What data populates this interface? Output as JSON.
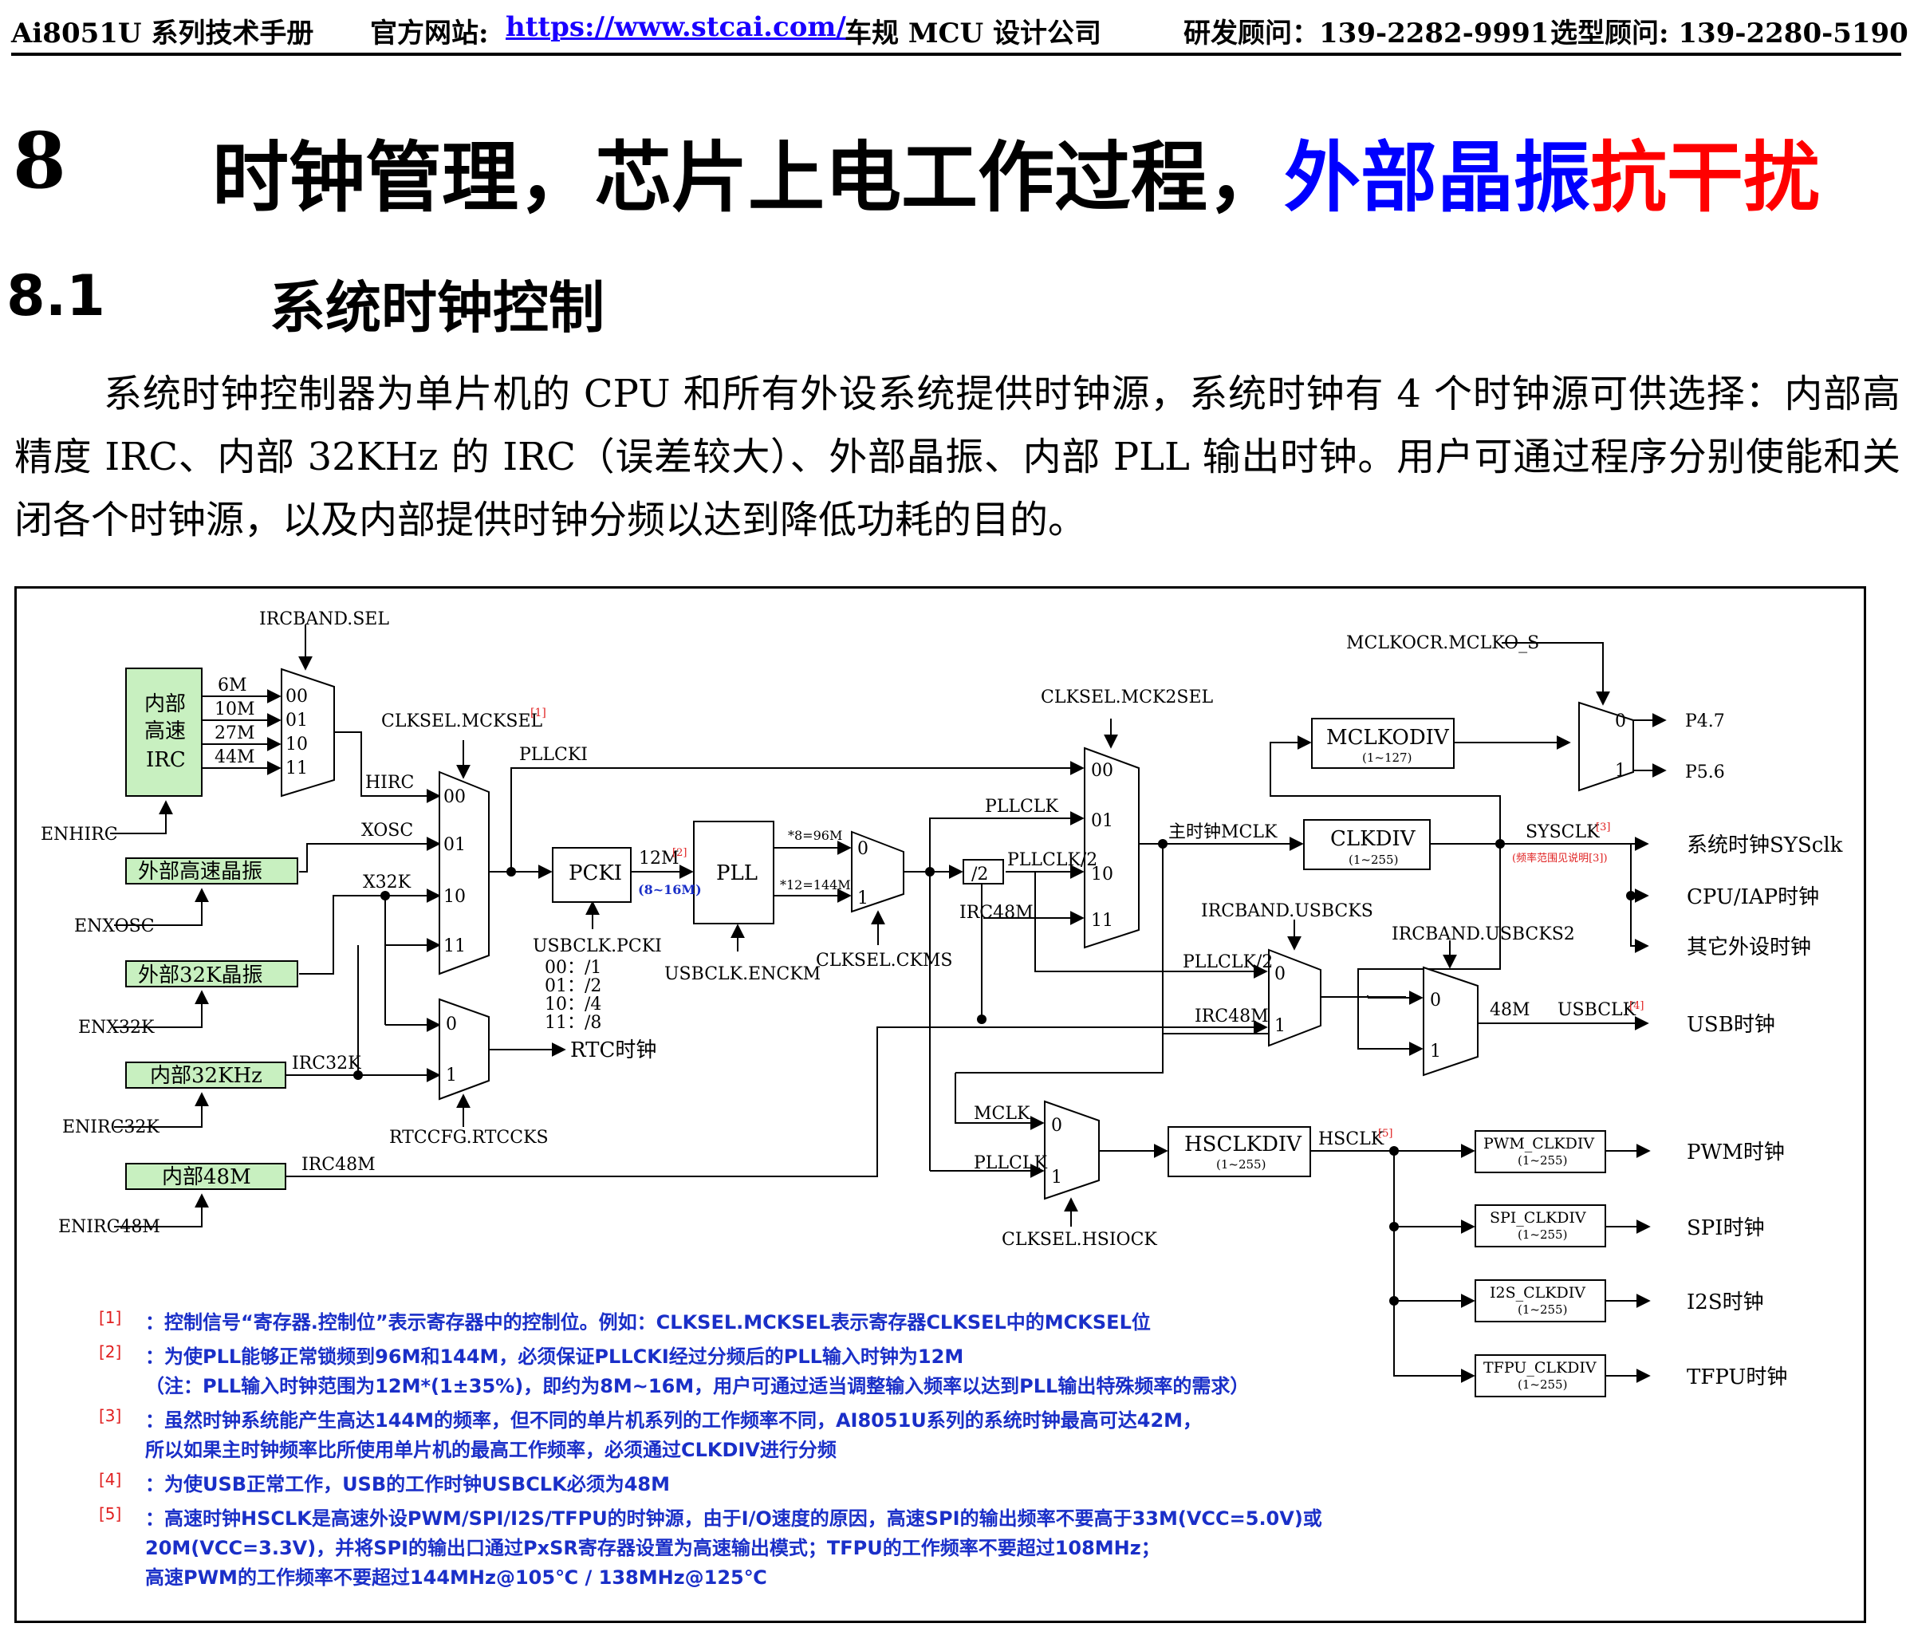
{
  "header": {
    "manual": "Ai8051U 系列技术手册",
    "site_label": "官方网站:",
    "site_url": "https://www.stcai.com/",
    "company": "车规 MCU 设计公司",
    "rd": "研发顾问：139-2282-9991",
    "sel": "选型顾问: 139-2280-5190"
  },
  "chapter": {
    "number": "8",
    "title_black": "时钟管理，芯片上电工作过程，",
    "title_blue": "外部晶振",
    "title_red": "抗干扰"
  },
  "section": {
    "number": "8.1",
    "title": "系统时钟控制"
  },
  "paragraph": "系统时钟控制器为单片机的 CPU 和所有外设系统提供时钟源，系统时钟有 4 个时钟源可供选择：内部高精度 IRC、内部 32KHz 的 IRC（误差较大）、外部晶振、内部 PLL 输出时钟。用户可通过程序分别使能和关闭各个时钟源，以及内部提供时钟分频以达到降低功耗的目的。",
  "diagram": {
    "sources": {
      "irc_hi_1": "内部",
      "irc_hi_2": "高速",
      "irc_hi_3": "IRC",
      "xosc": "外部高速晶振",
      "x32k": "外部32K晶振",
      "irc32k": "内部32KHz",
      "irc48m": "内部48M"
    },
    "enables": {
      "enhirc": "ENHIRC",
      "enxosc": "ENXOSC",
      "enx32k": "ENX32K",
      "enirc32k": "ENIRC32K",
      "enirc48m": "ENIRC48M"
    },
    "ircband": {
      "sel": "IRCBAND.SEL",
      "freqs": [
        "6M",
        "10M",
        "27M",
        "44M"
      ],
      "codes": [
        "00",
        "01",
        "10",
        "11"
      ]
    },
    "mcksel": {
      "label": "CLKSEL.MCKSEL",
      "ref": "[1]",
      "codes": [
        "00",
        "01",
        "10",
        "11"
      ]
    },
    "signals": {
      "hirc": "HIRC",
      "xosc": "XOSC",
      "x32k": "X32K",
      "irc32k": "IRC32K",
      "irc48m": "IRC48M",
      "pllcki": "PLLCKI",
      "pllclk": "PLLCLK",
      "pllclk2": "PLLCLK/2",
      "mclk": "MCLK",
      "main_mclk": "主时钟MCLK",
      "sysclk": "SYSCLK",
      "sysclk_ref": "[3]",
      "sysclk_note": "(频率范围见说明[3])",
      "hsclk": "HSCLK",
      "hsclk_ref": "[5]",
      "usbclk": "USBCLK",
      "usbclk_ref": "[4]",
      "m48": "48M",
      "m12": "12M",
      "m12_ref": "[2]",
      "m12_range": "(8~16M)",
      "x8": "*8=96M",
      "x12": "*12=144M",
      "div2": "/2"
    },
    "blocks": {
      "pcki": "PCKI",
      "pll": "PLL",
      "mclkodiv": "MCLKODIV",
      "mclkodiv_range": "(1~127)",
      "clkdiv": "CLKDIV",
      "clkdiv_range": "(1~255)",
      "hsclkdiv": "HSCLKDIV",
      "hsclkdiv_range": "(1~255)",
      "pwm": "PWM_CLKDIV",
      "spi": "SPI_CLKDIV",
      "i2s": "I2S_CLKDIV",
      "tfpu": "TFPU_CLKDIV",
      "range": "(1~255)"
    },
    "controls": {
      "usbclk_pcki": "USBCLK.PCKI",
      "pcki_divs": [
        "00：/1",
        "01：/2",
        "10：/4",
        "11：/8"
      ],
      "usbclk_enckm": "USBCLK.ENCKM",
      "clksel_ckms": "CLKSEL.CKMS",
      "rtccfg": "RTCCFG.RTCCKS",
      "mck2sel": "CLKSEL.MCK2SEL",
      "mclkocr": "MCLKOCR.MCLKO_S",
      "usbcks": "IRCBAND.USBCKS",
      "usbcks2": "IRCBAND.USBCKS2",
      "hsiock": "CLKSEL.HSIOCK"
    },
    "outputs": {
      "p47": "P4.7",
      "p56": "P5.6",
      "sys": "系统时钟SYSclk",
      "cpu": "CPU/IAP时钟",
      "other": "其它外设时钟",
      "usb": "USB时钟",
      "rtc": "RTC时钟",
      "pwm": "PWM时钟",
      "spi": "SPI时钟",
      "i2s": "I2S时钟",
      "tfpu": "TFPU时钟"
    },
    "mux_inputs": {
      "zero": "0",
      "one": "1"
    }
  },
  "notes": [
    {
      "mark": "[1]",
      "lines": [
        "：控制信号“寄存器.控制位”表示寄存器中的控制位。例如：CLKSEL.MCKSEL表示寄存器CLKSEL中的MCKSEL位"
      ]
    },
    {
      "mark": "[2]",
      "lines": [
        "：为使PLL能够正常锁频到96M和144M，必须保证PLLCKI经过分频后的PLL输入时钟为12M",
        "（注：PLL输入时钟范围为12M*(1±35%)，即约为8M~16M，用户可通过适当调整输入频率以达到PLL输出特殊频率的需求）"
      ]
    },
    {
      "mark": "[3]",
      "lines": [
        "：虽然时钟系统能产生高达144M的频率，但不同的单片机系列的工作频率不同，AI8051U系列的系统时钟最高可达42M，",
        "所以如果主时钟频率比所使用单片机的最高工作频率，必须通过CLKDIV进行分频"
      ]
    },
    {
      "mark": "[4]",
      "lines": [
        "：为使USB正常工作，USB的工作时钟USBCLK必须为48M"
      ]
    },
    {
      "mark": "[5]",
      "lines": [
        "：高速时钟HSCLK是高速外设PWM/SPI/I2S/TFPU的时钟源，由于I/O速度的原因，高速SPI的输出频率不要高于33M(VCC=5.0V)或",
        "20M(VCC=3.3V)，并将SPI的输出口通过PxSR寄存器设置为高速输出模式；TFPU的工作频率不要超过108MHz；",
        "高速PWM的工作频率不要超过144MHz@105℃ / 138MHz@125℃"
      ]
    }
  ],
  "colors": {
    "source_fill": "#c8f0c0",
    "blue": "#0000ff",
    "red": "#ff0000",
    "note_blue": "#1a2fc8",
    "note_red": "#e02020"
  }
}
